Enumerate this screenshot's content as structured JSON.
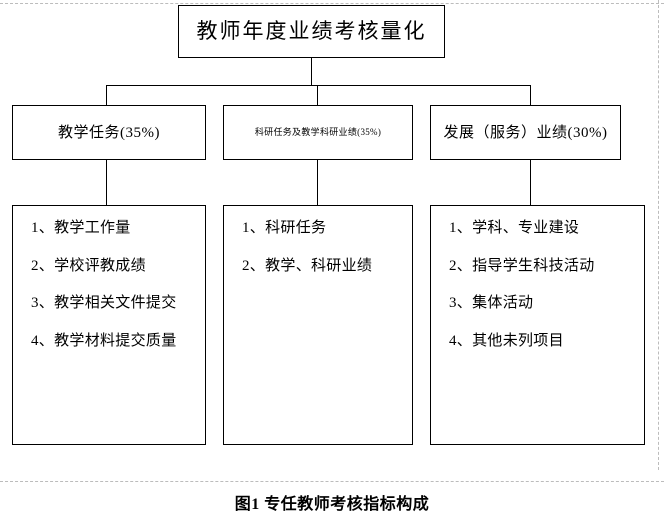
{
  "figure": {
    "title_box": {
      "label": "教师年度业绩考核量化"
    },
    "categories": [
      {
        "name": "teaching-task",
        "label": "教学任务(35%)",
        "items": [
          "1、教学工作量",
          "2、学校评教成绩",
          "3、教学相关文件提交",
          "4、教学材料提交质量"
        ]
      },
      {
        "name": "research-task",
        "label": "科研任务及教学科研业绩(35%)",
        "items": [
          "1、科研任务",
          "2、教学、科研业绩"
        ]
      },
      {
        "name": "development-service",
        "label": "发展（服务）业绩(30%)",
        "items": [
          "1、学科、专业建设",
          "2、指导学生科技活动",
          "3、集体活动",
          "4、其他未列项目"
        ]
      }
    ],
    "caption": "图1  专任教师考核指标构成"
  },
  "colors": {
    "ink": "#000000",
    "page": "#ffffff",
    "guide": "#bcbcbc"
  }
}
